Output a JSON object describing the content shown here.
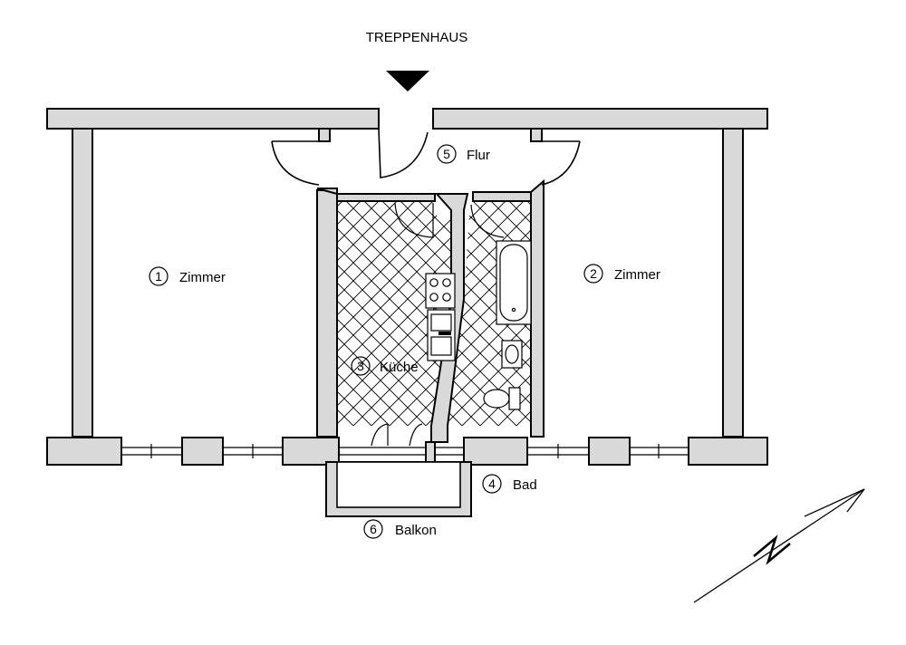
{
  "plan": {
    "stairwell_label": "TREPPENHAUS",
    "rooms": [
      {
        "number": "1",
        "name": "Zimmer"
      },
      {
        "number": "2",
        "name": "Zimmer"
      },
      {
        "number": "3",
        "name": "Küche"
      },
      {
        "number": "4",
        "name": "Bad"
      },
      {
        "number": "5",
        "name": "Flur"
      },
      {
        "number": "6",
        "name": "Balkon"
      }
    ],
    "north_label": "N",
    "colors": {
      "wall_fill": "#d9d9d9",
      "line": "#000000",
      "background": "#ffffff"
    }
  }
}
